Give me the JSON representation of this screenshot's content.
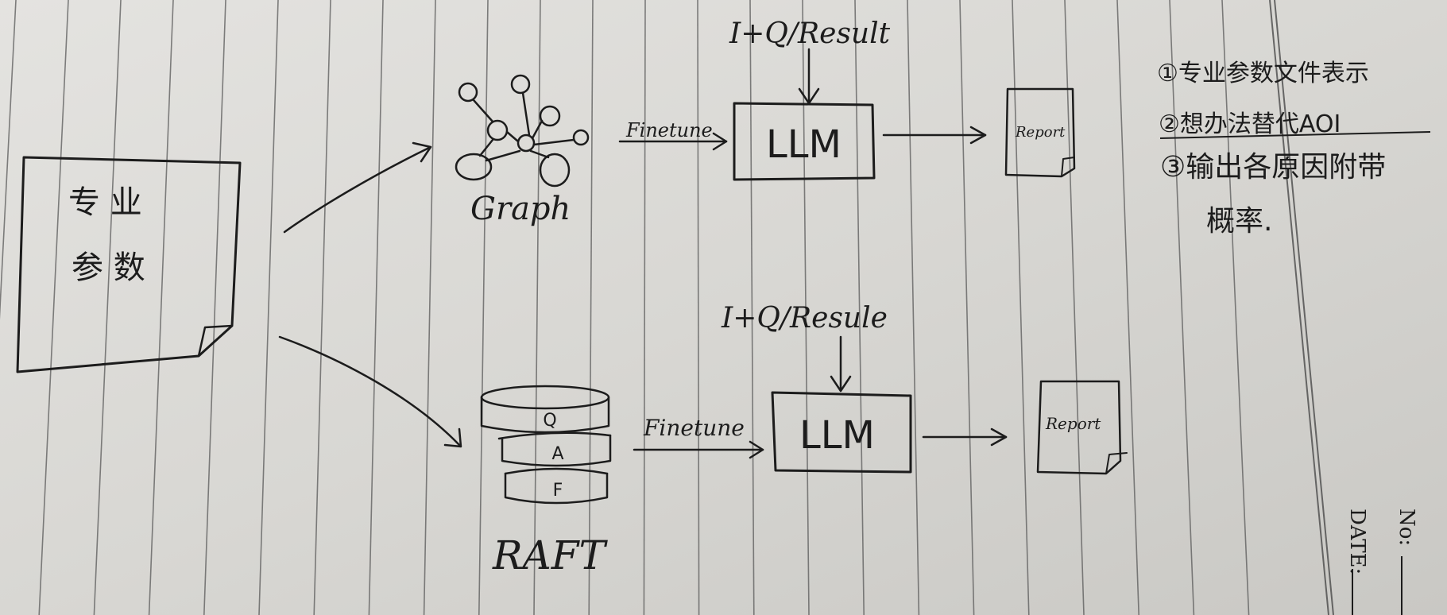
{
  "source_doc": {
    "line1": "专 业",
    "line2": "参 数"
  },
  "upper_path": {
    "node_label": "Graph",
    "input_label": "I+Q/Result",
    "finetune_label": "Finetune",
    "model_label": "LLM",
    "output_label": "Report"
  },
  "lower_path": {
    "node_label": "RAFT",
    "stack_layers": [
      "Q",
      "A",
      "F"
    ],
    "input_label": "I+Q/Resule",
    "finetune_label": "Finetune",
    "model_label": "LLM",
    "output_label": "Report"
  },
  "notes": {
    "item1": "①专业参数文件表示",
    "item2": "②想办法替代AOI",
    "item3": "③输出各原因附带",
    "item3_cont": "概率."
  },
  "page_meta": {
    "no_label": "No:",
    "date_label": "DATE:"
  },
  "colors": {
    "paper": "#d9d8d5",
    "ruling": "#5a5a5a",
    "ink": "#1c1c1c"
  }
}
